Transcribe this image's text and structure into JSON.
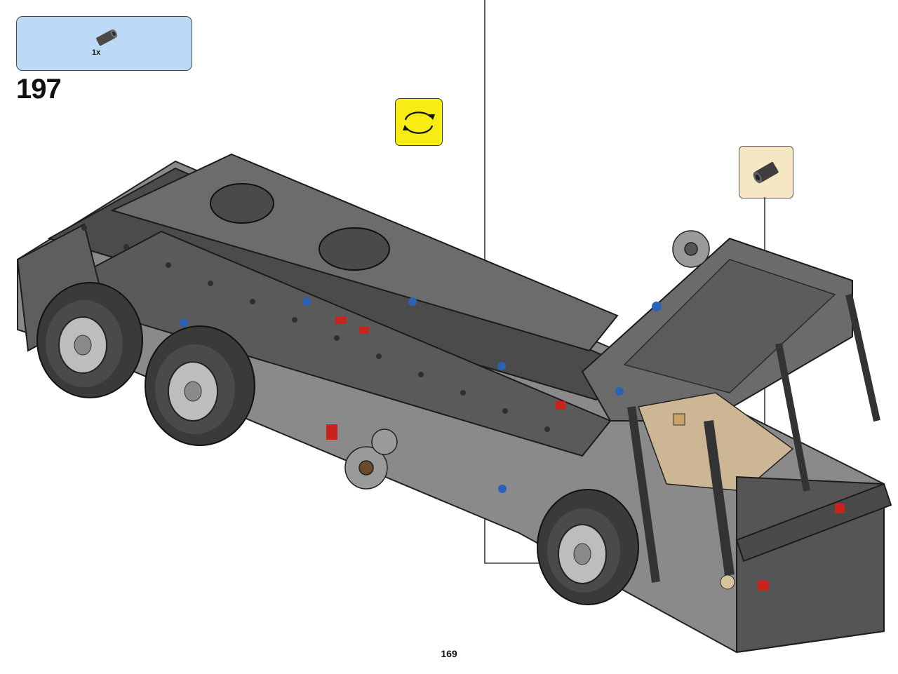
{
  "parts_list": {
    "items": [
      {
        "part": "axle-connector-smooth",
        "quantity": "1x",
        "color": "#505050"
      }
    ]
  },
  "step": {
    "number": "197"
  },
  "rotate_indicator": {
    "icon": "rotate-model-icon",
    "color": "#f7ec13"
  },
  "sub_callout": {
    "part": "axle-connector-smooth",
    "color": "#f6e7c4"
  },
  "model": {
    "description_icon": "truck-chassis-assembly"
  },
  "page": {
    "number": "169"
  }
}
